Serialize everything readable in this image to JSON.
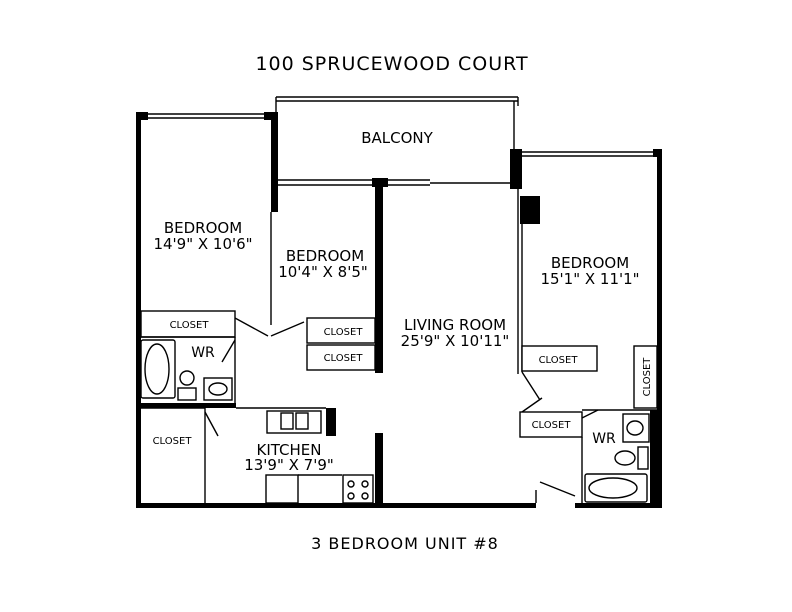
{
  "title": "100 SPRUCEWOOD COURT",
  "subtitle": "3 BEDROOM UNIT #8",
  "rooms": {
    "balcony": "BALCONY",
    "bedroom1": {
      "name": "BEDROOM",
      "size": "14'9\" X 10'6\""
    },
    "bedroom2": {
      "name": "BEDROOM",
      "size": "10'4\" X 8'5\""
    },
    "bedroom3": {
      "name": "BEDROOM",
      "size": "15'1\" X 11'1\""
    },
    "living": {
      "name": "LIVING ROOM",
      "size": "25'9\" X 10'11\""
    },
    "kitchen": {
      "name": "KITCHEN",
      "size": "13'9\" X 7'9\""
    },
    "wr_left": "WR",
    "wr_right": "WR"
  },
  "closets": {
    "bed1": "CLOSET",
    "bed2_a": "CLOSET",
    "bed2_b": "CLOSET",
    "bed3_a": "CLOSET",
    "bed3_b": "CLOSET",
    "right_vertical": "CLOSET",
    "entry": "CLOSET"
  }
}
